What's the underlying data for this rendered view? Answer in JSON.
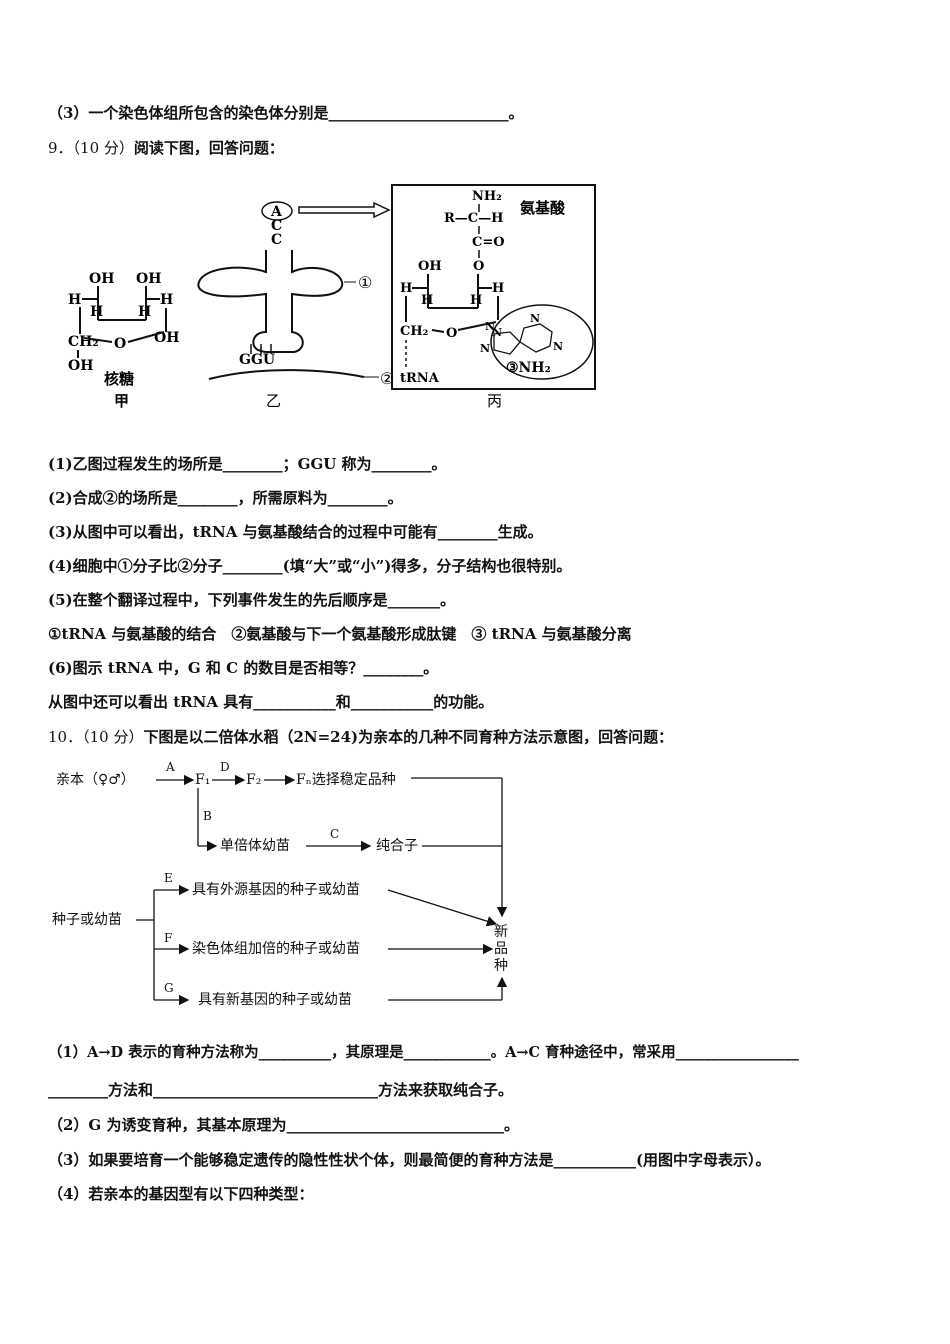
{
  "q8": {
    "line3": "（3）一个染色体组所包含的染色体分别是________________________。"
  },
  "q9": {
    "header_num": "9．（10 分）",
    "header_text": "阅读下图，回答问题：",
    "figure": {
      "jia_label_top": "核糖",
      "jia_label": "甲",
      "yi_label": "乙",
      "bing_label": "丙",
      "amino_label": "氨基酸",
      "trna_label": "tRNA",
      "anticodon": "GGU",
      "acc": [
        "A",
        "C",
        "C"
      ],
      "marker1": "①",
      "marker2": "②",
      "marker3": "③NH₂",
      "oh": "OH",
      "h": "H",
      "ch2": "CH₂",
      "o": "O",
      "nh2": "NH₂",
      "r_ch_h": "R—C—H",
      "c_o": "C=O",
      "n": "N"
    },
    "q1": "(1)乙图过程发生的场所是________；GGU 称为________。",
    "q2": "(2)合成②的场所是________，所需原料为________。",
    "q3": "(3)从图中可以看出，tRNA 与氨基酸结合的过程中可能有________生成。",
    "q4": "(4)细胞中①分子比②分子________(填“大”或“小”)得多，分子结构也很特别。",
    "q5": "(5)在整个翻译过程中，下列事件发生的先后顺序是_______。",
    "q5_options": "①tRNA 与氨基酸的结合　②氨基酸与下一个氨基酸形成肽键　③ tRNA 与氨基酸分离",
    "q6": "(6)图示 tRNA 中，G 和 C 的数目是否相等？________。",
    "q7": "从图中还可以看出 tRNA 具有___________和___________的功能。"
  },
  "q10": {
    "header_num": "10．（10 分）",
    "header_text": "下图是以二倍体水稻（2N=24)为亲本的几种不同育种方法示意图，回答问题：",
    "figure": {
      "parent": "亲本（♀♂）",
      "A": "A",
      "D": "D",
      "B": "B",
      "C": "C",
      "E": "E",
      "F": "F",
      "G": "G",
      "F1": "F₁",
      "F2": "F₂",
      "Fn": "Fₙ选择稳定品种",
      "haploid": "单倍体幼苗",
      "pure": "纯合子",
      "seed": "种子或幼苗",
      "e_text": "具有外源基因的种子或幼苗",
      "f_text": "染色体组加倍的种子或幼苗",
      "g_text": "具有新基因的种子或幼苗",
      "new1": "新",
      "new2": "品",
      "new3": "种"
    },
    "q1a": "（1）A→D 表示的育种方法称为__________，其原理是____________。A→C 育种途径中，常采用_________________",
    "q1b": "________方法和______________________________方法来获取纯合子。",
    "q2": "（2）G 为诱变育种，其基本原理为_____________________________。",
    "q3": "（3）如果要培育一个能够稳定遗传的隐性性状个体，则最简便的育种方法是___________(用图中字母表示）。",
    "q4": "（4）若亲本的基因型有以下四种类型："
  }
}
